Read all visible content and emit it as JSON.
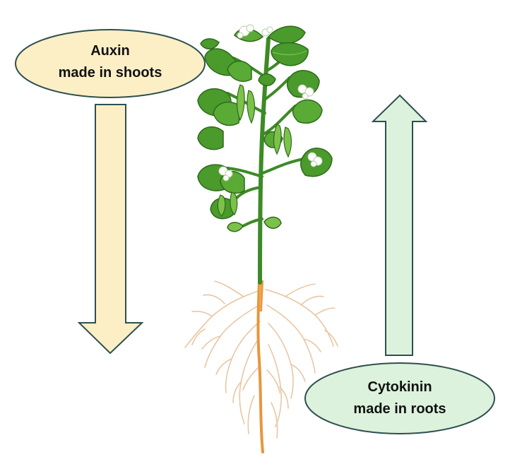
{
  "diagram": {
    "auxin": {
      "line1": "Auxin",
      "line2": "made in shoots",
      "fill": "#fcefc6",
      "arrow_direction": "down"
    },
    "cytokinin": {
      "line1": "Cytokinin",
      "line2": "made in roots",
      "fill": "#dcf2dc",
      "arrow_direction": "up"
    },
    "colors": {
      "outline": "#2f4f4f",
      "leaf": "#4a9a2c",
      "leaf_light": "#7cc24a",
      "stem": "#3d8a26",
      "root": "#f1a54a",
      "root_fine": "#e8c7a4",
      "flower": "#ffffff"
    }
  }
}
